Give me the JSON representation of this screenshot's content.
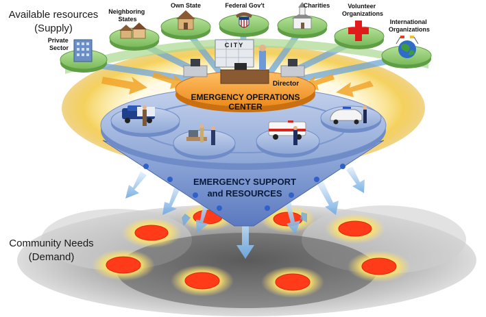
{
  "supply_label": {
    "line1": "Available resources",
    "line2": "(Supply)"
  },
  "demand_label": {
    "line1": "Community Needs",
    "line2": "(Demand)"
  },
  "resources": [
    {
      "label_lines": [
        "Private",
        "Sector"
      ],
      "icon": "office-building-icon"
    },
    {
      "label_lines": [
        "Neighboring",
        "States"
      ],
      "icon": "houses-icon"
    },
    {
      "label_lines": [
        "Own State"
      ],
      "icon": "house-icon"
    },
    {
      "label_lines": [
        "Federal Gov't"
      ],
      "icon": "eagle-seal-icon"
    },
    {
      "label_lines": [
        "Charities"
      ],
      "icon": "church-icon"
    },
    {
      "label_lines": [
        "Volunteer",
        "Organizations"
      ],
      "icon": "red-cross-icon"
    },
    {
      "label_lines": [
        "International",
        "Organizations"
      ],
      "icon": "globe-flags-icon"
    }
  ],
  "eoc": {
    "title_line1": "EMERGENCY OPERATIONS",
    "title_line2": "CENTER",
    "director_label": "Director",
    "board_text": "CITY"
  },
  "support": {
    "title_line1": "EMERGENCY SUPPORT",
    "title_line2": "and RESOURCES"
  },
  "response_units": [
    {
      "icon": "police-truck-icon"
    },
    {
      "icon": "office-workers-icon"
    },
    {
      "icon": "ambulance-icon"
    },
    {
      "icon": "police-car-icon"
    }
  ],
  "colors": {
    "supply_green": "#8cc870",
    "eoc_orange": "#f39a2a",
    "support_blue": "#8ea7d6",
    "demand_red": "#ff3b1a",
    "glow_yellow": "#ffe36b",
    "arrow_blue": "#7fb6e6"
  }
}
